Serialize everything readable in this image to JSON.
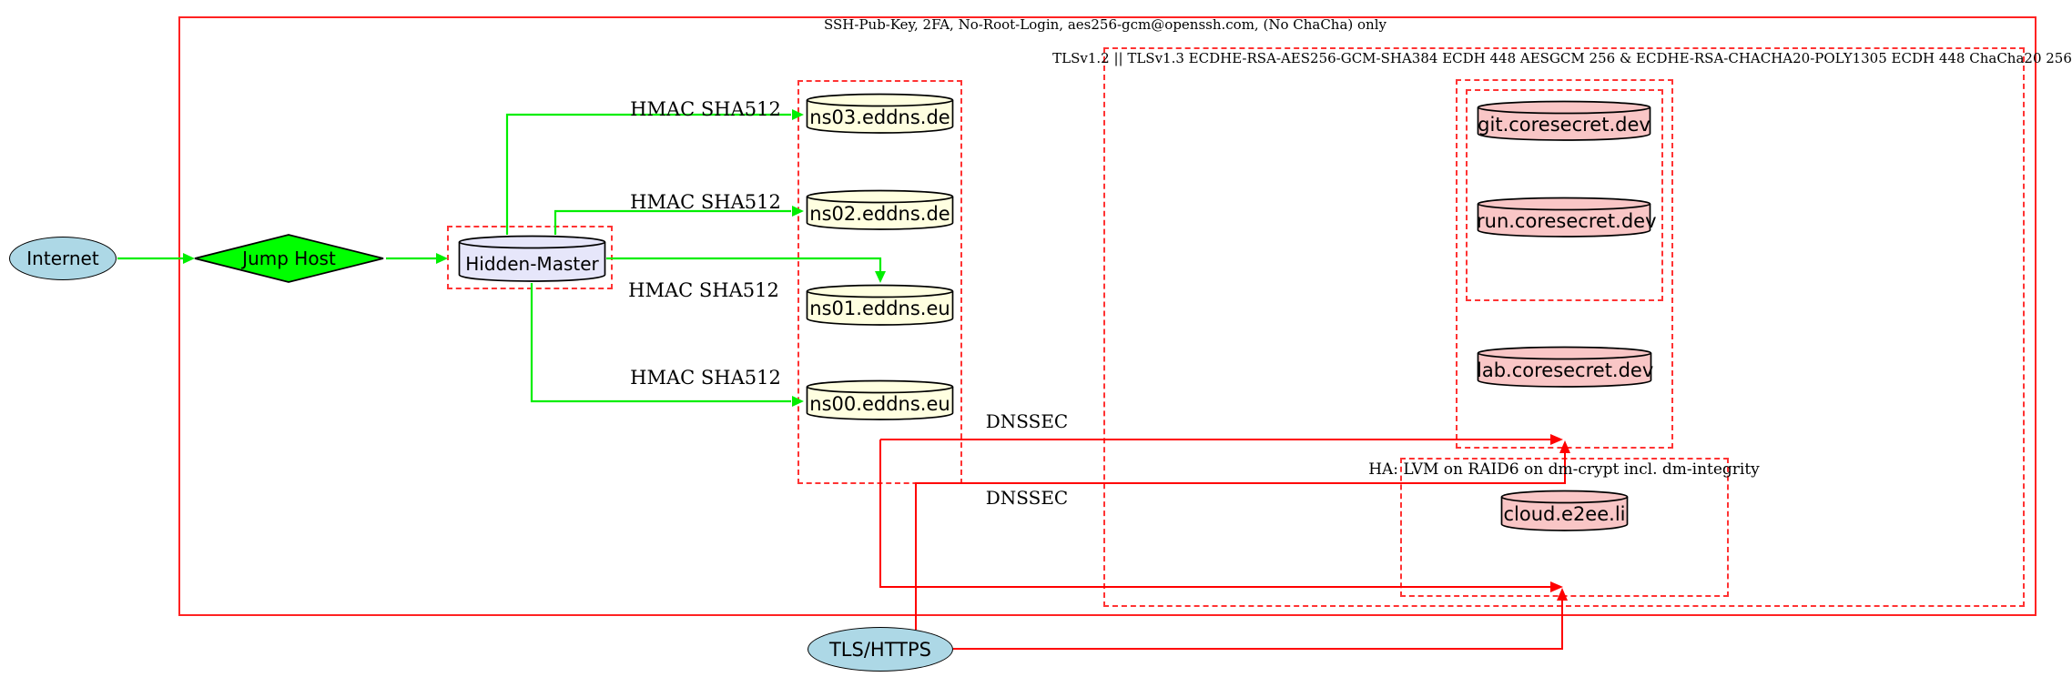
{
  "diagram": {
    "boxes": {
      "ssh_label": "SSH-Pub-Key, 2FA, No-Root-Login, aes256-gcm@openssh.com, (No ChaCha) only",
      "tls_label": "TLSv1.2 || TLSv1.3 ECDHE-RSA-AES256-GCM-SHA384 ECDH 448 AESGCM 256 & ECDHE-RSA-CHACHA20-POLY1305 ECDH 448 ChaCha20 256",
      "ha_label": "HA: LVM on RAID6 on dm-crypt incl. dm-integrity"
    },
    "nodes": {
      "internet": "Internet",
      "jump_host": "Jump Host",
      "hidden_master": "Hidden-Master",
      "ns_servers": [
        "ns03.eddns.de",
        "ns02.eddns.de",
        "ns01.eddns.eu",
        "ns00.eddns.eu"
      ],
      "core_servers": [
        "git.coresecret.dev",
        "run.coresecret.dev"
      ],
      "lab_server": "lab.coresecret.dev",
      "cloud_server": "cloud.e2ee.li",
      "tls": "TLS/HTTPS"
    },
    "edge_labels": {
      "hmac_1": "HMAC SHA512",
      "hmac_2": "HMAC SHA512",
      "hmac_3": "HMAC SHA512",
      "hmac_4": "HMAC SHA512",
      "dnssec_1": "DNSSEC",
      "dnssec_2": "DNSSEC"
    },
    "colors": {
      "edge_green": "#00ee00",
      "edge_red": "#ff0000",
      "box_red": "#ff2222",
      "node_lightblue": "#add8e6",
      "node_lavender": "#e6e6fa",
      "node_lightyellow": "#ffffe0",
      "node_pink": "#f9c6c6",
      "diamond_green": "#00ff00"
    }
  }
}
